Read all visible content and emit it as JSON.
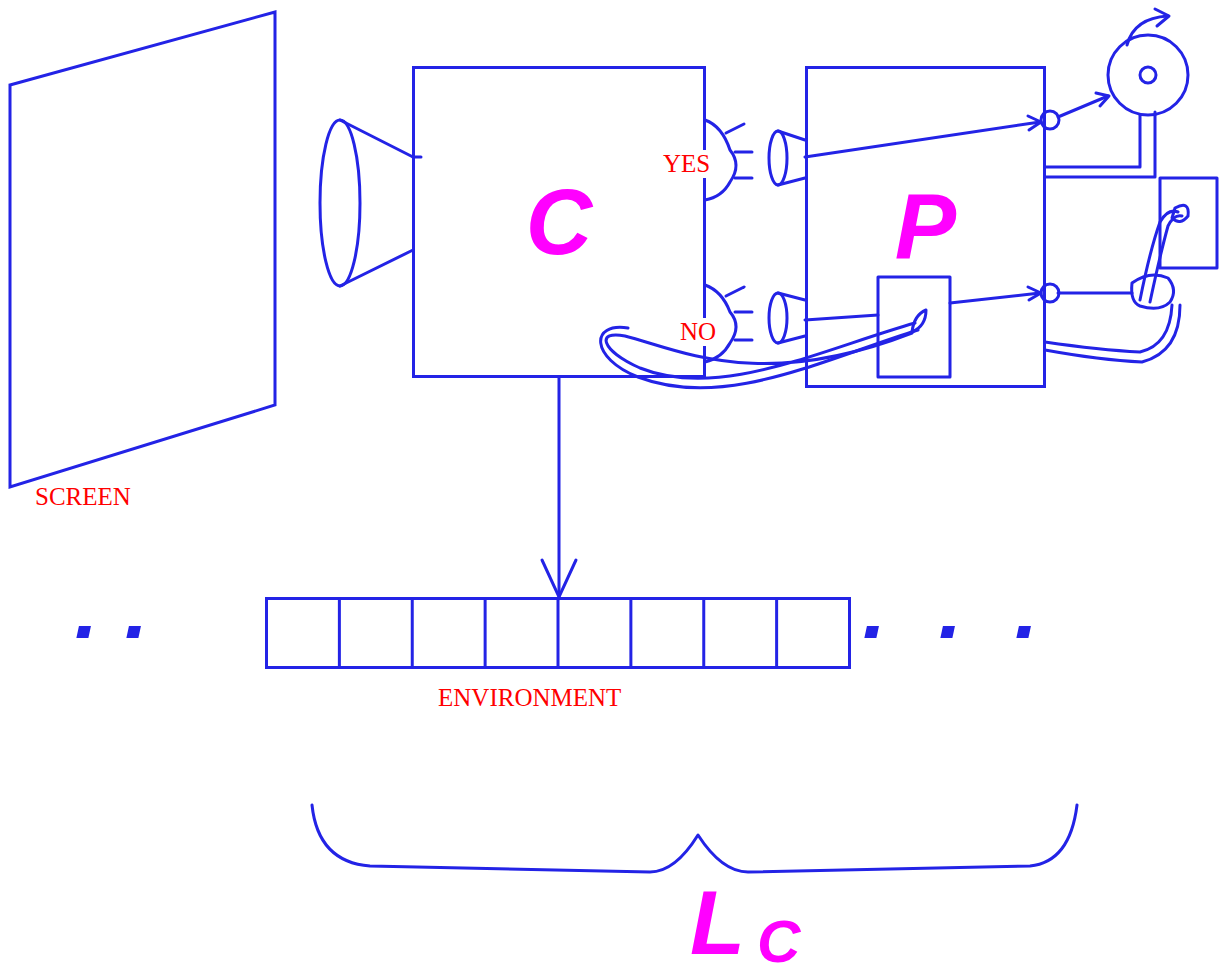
{
  "diagram": {
    "nodes": [
      {
        "text": [
          "SCREEN"
        ]
      },
      {
        "text": [
          "C"
        ]
      },
      {
        "text": [
          "P"
        ]
      },
      {
        "text": [
          "ENVIRONMENT"
        ]
      }
    ],
    "edges": [
      {
        "from": 1,
        "to": 3,
        "arrow": "to"
      }
    ],
    "labels": [
      "YES",
      "NO",
      "L",
      "C"
    ]
  }
}
